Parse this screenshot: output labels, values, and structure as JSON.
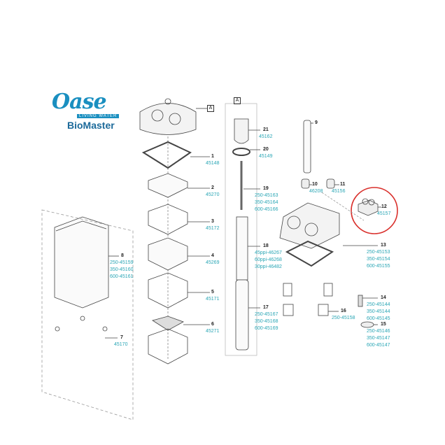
{
  "logo": {
    "brand": "Oase",
    "tagline": "LIVING WATER",
    "product": "BioMaster"
  },
  "detail_marker": "A",
  "highlight_color": "#d9302c",
  "code_color": "#2aa6b5",
  "parts": {
    "p1": {
      "num": "1",
      "codes": [
        "45148"
      ]
    },
    "p2": {
      "num": "2",
      "codes": [
        "45270"
      ]
    },
    "p3": {
      "num": "3",
      "codes": [
        "45172"
      ]
    },
    "p4": {
      "num": "4",
      "codes": [
        "45269"
      ]
    },
    "p5": {
      "num": "5",
      "codes": [
        "45171"
      ]
    },
    "p6": {
      "num": "6",
      "codes": [
        "45271"
      ]
    },
    "p7": {
      "num": "7",
      "codes": [
        "45170"
      ]
    },
    "p8": {
      "num": "8",
      "codes": [
        "250-45159",
        "350-45160",
        "600-45161"
      ]
    },
    "p9": {
      "num": "9",
      "codes": []
    },
    "p10": {
      "num": "10",
      "codes": [
        "46208"
      ]
    },
    "p11": {
      "num": "11",
      "codes": [
        "45156"
      ]
    },
    "p12": {
      "num": "12",
      "codes": [
        "45157"
      ]
    },
    "p13": {
      "num": "13",
      "codes": [
        "250-45153",
        "350-45154",
        "600-45155"
      ]
    },
    "p14": {
      "num": "14",
      "codes": [
        "250-45144",
        "350-45144",
        "600-45145"
      ]
    },
    "p15": {
      "num": "15",
      "codes": [
        "250-45146",
        "350-45147",
        "600-45147"
      ]
    },
    "p16": {
      "num": "16",
      "codes": [
        "250-45158"
      ]
    },
    "p17": {
      "num": "17",
      "codes": [
        "250-45167",
        "350-45168",
        "600-45169"
      ]
    },
    "p18": {
      "num": "18",
      "codes": [
        "45ppi-46267",
        "60ppi-46268",
        "30ppi-46482"
      ]
    },
    "p19": {
      "num": "19",
      "codes": [
        "250-45163",
        "350-45164",
        "600-45166"
      ]
    },
    "p20": {
      "num": "20",
      "codes": [
        "45149"
      ]
    },
    "p21": {
      "num": "21",
      "codes": [
        "45162"
      ]
    }
  }
}
